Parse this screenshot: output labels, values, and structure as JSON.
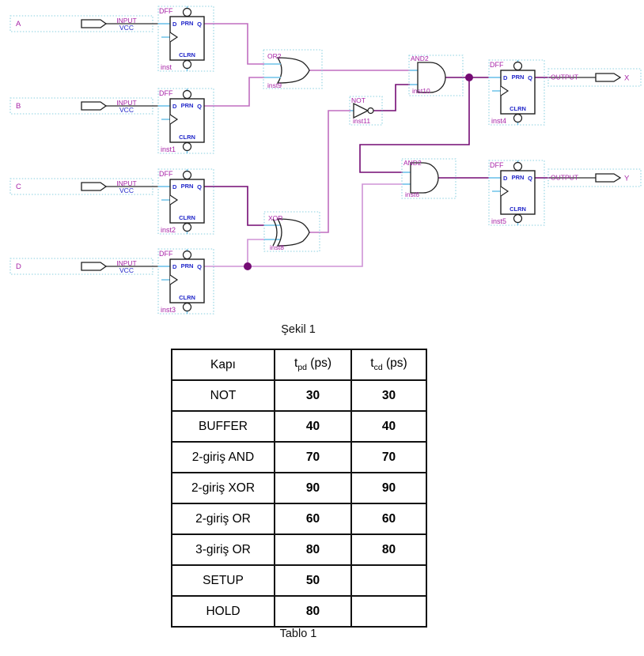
{
  "captions": {
    "figure": "Şekil 1",
    "table": "Tablo 1"
  },
  "schematic": {
    "dff_label": "DFF",
    "ports": {
      "prn": "PRN",
      "clrn": "CLRN",
      "d": "D",
      "q": "Q"
    },
    "input_pin_label": "INPUT",
    "input_pin_value": "VCC",
    "output_pin_label": "OUTPUT",
    "inputs": [
      {
        "name": "A",
        "inst": "inst"
      },
      {
        "name": "B",
        "inst": "inst1"
      },
      {
        "name": "C",
        "inst": "inst2"
      },
      {
        "name": "D",
        "inst": "inst3"
      }
    ],
    "output_ffs": [
      {
        "inst": "inst4",
        "pin": "X"
      },
      {
        "inst": "inst5",
        "pin": "Y"
      }
    ],
    "gates": [
      {
        "type": "OR2",
        "inst": "inst9"
      },
      {
        "type": "AND2",
        "inst": "inst10"
      },
      {
        "type": "NOT",
        "inst": "inst11"
      },
      {
        "type": "XOR",
        "inst": "inst8"
      },
      {
        "type": "AND2",
        "inst": "inst6"
      }
    ]
  },
  "table": {
    "headers": [
      {
        "text": "Kapı"
      },
      {
        "pre": "t",
        "sub": "pd",
        "post": " (ps)"
      },
      {
        "pre": "t",
        "sub": "cd",
        "post": " (ps)"
      }
    ],
    "rows": [
      {
        "gate": "NOT",
        "tpd": "30",
        "tcd": "30"
      },
      {
        "gate": "BUFFER",
        "tpd": "40",
        "tcd": "40"
      },
      {
        "gate": "2-giriş AND",
        "tpd": "70",
        "tcd": "70"
      },
      {
        "gate": "2-giriş XOR",
        "tpd": "90",
        "tcd": "90"
      },
      {
        "gate": "2-giriş OR",
        "tpd": "60",
        "tcd": "60"
      },
      {
        "gate": "3-giriş OR",
        "tpd": "80",
        "tcd": "80"
      },
      {
        "gate": "SETUP",
        "tpd": "50",
        "tcd": ""
      },
      {
        "gate": "HOLD",
        "tpd": "80",
        "tcd": ""
      }
    ]
  },
  "colors": {
    "wire_light": "#c06ec0",
    "wire_pink": "#cf93d6",
    "wire_dark": "#740b74",
    "wire_gray": "#4f4f4f",
    "stub_cyan": "#6fc2e9",
    "box_cyan": "#8ad0e0",
    "label_magenta": "#a724a7",
    "label_blue": "#2026c9",
    "shape_black": "#1f1f1f"
  }
}
